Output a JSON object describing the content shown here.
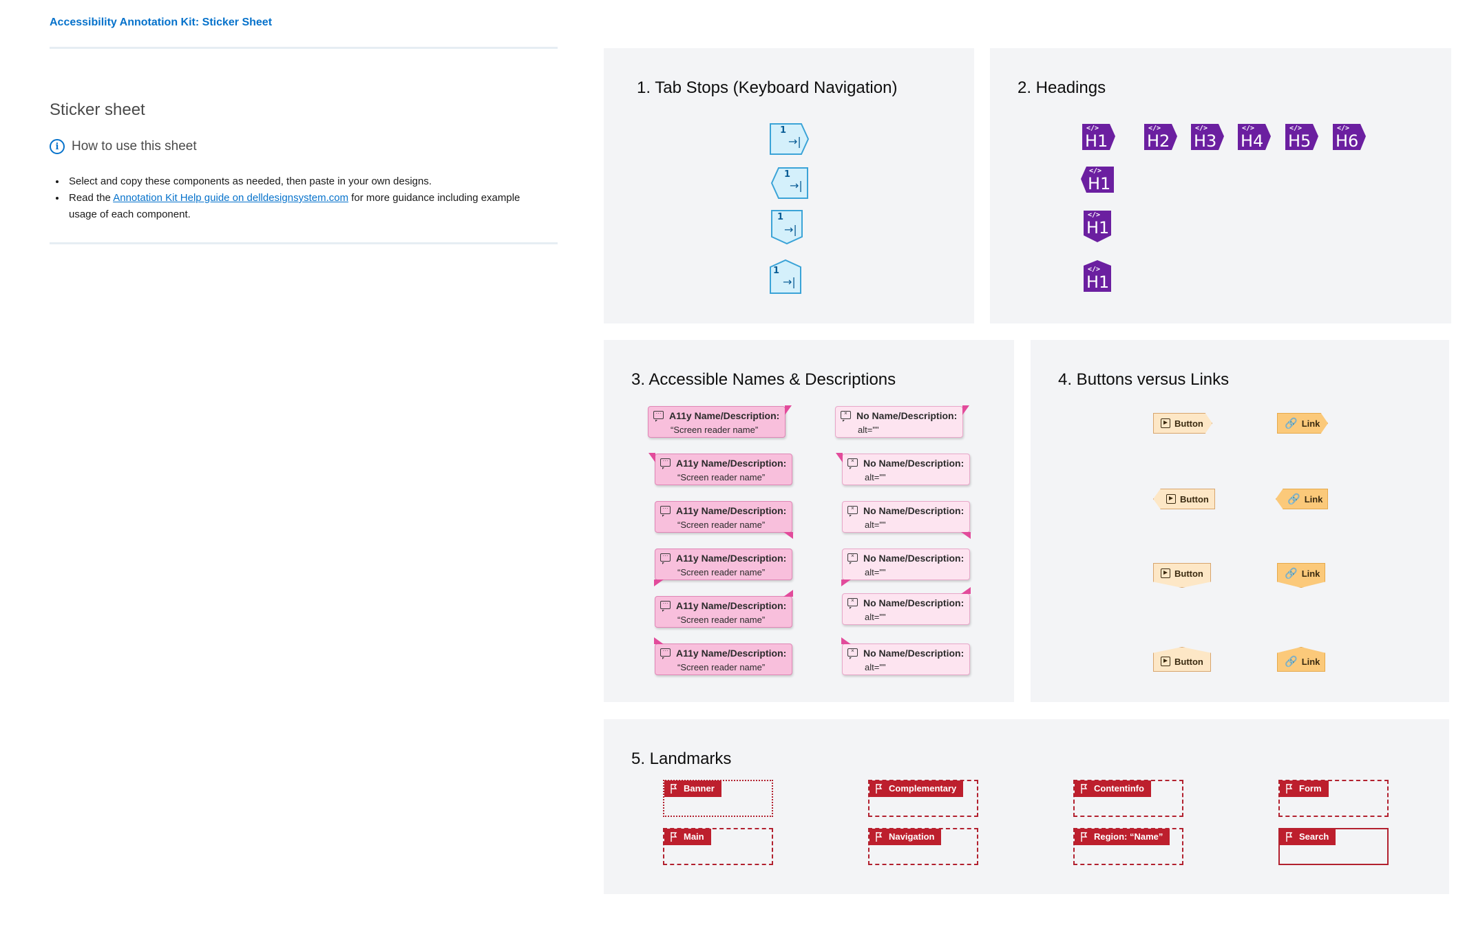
{
  "header": {
    "kit_title": "Accessibility Annotation Kit: Sticker Sheet"
  },
  "intro": {
    "title": "Sticker sheet",
    "howto": "How to use this sheet",
    "bullet1": "Select and copy these components as needed, then paste in your own designs.",
    "bullet2_prefix": "Read the ",
    "bullet2_link": "Annotation Kit Help guide on delldesignsystem.com",
    "bullet2_suffix": " for more guidance including example usage of each component."
  },
  "sections": {
    "tab_stops": {
      "title": "1. Tab Stops (Keyboard Navigation)",
      "number": "1",
      "arrow": "→|"
    },
    "headings": {
      "title": "2. Headings",
      "code_glyph": "</>",
      "levels": [
        "H1",
        "H2",
        "H3",
        "H4",
        "H5",
        "H6"
      ],
      "variant_label": "H1"
    },
    "names": {
      "title": "3. Accessible Names & Descriptions",
      "a11y_label": "A11y Name/Description:",
      "a11y_value": "“Screen reader name”",
      "none_label": "No Name/Description:",
      "none_value": "alt=\"\""
    },
    "buttons_links": {
      "title": "4. Buttons versus Links",
      "button_label": "Button",
      "link_label": "Link"
    },
    "landmarks": {
      "title": "5. Landmarks",
      "items": [
        "Banner",
        "Complementary",
        "Contentinfo",
        "Form",
        "Main",
        "Navigation",
        "Region: “Name”",
        "Search"
      ]
    }
  },
  "colors": {
    "accent": "#0672cb",
    "tab_stop_fill": "#d4f0fb",
    "heading_purple": "#6b1fa0",
    "name_pink": "#f8bfdc",
    "button_peach": "#fde7c6",
    "link_orange": "#fbc97a",
    "landmark_red": "#bd1f2d"
  }
}
